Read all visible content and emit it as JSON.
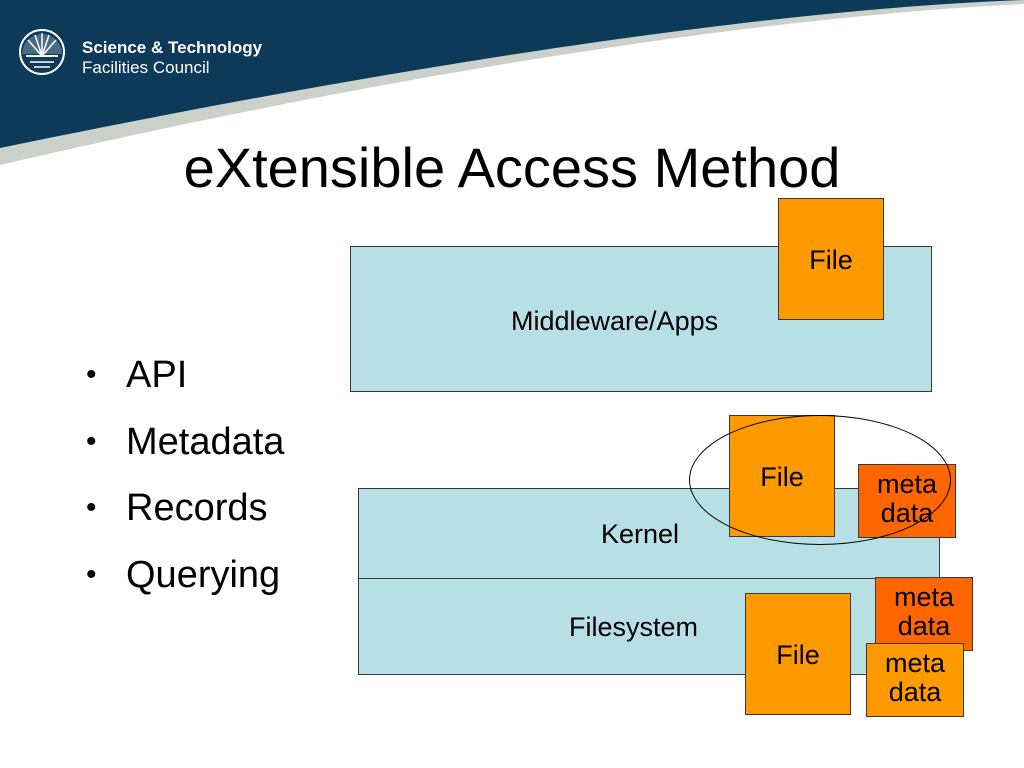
{
  "header": {
    "logo_line1": "Science & Technology",
    "logo_line2": "Facilities Council",
    "colors": {
      "band": "#0e3a5a",
      "stripe": "#c9d1c9"
    }
  },
  "title": "eXtensible Access Method",
  "bullets": [
    "API",
    "Metadata",
    "Records",
    "Querying"
  ],
  "diagram": {
    "middleware_label": "Middleware/Apps",
    "kernel_label": "Kernel",
    "filesystem_label": "Filesystem",
    "file_labels": [
      "File",
      "File",
      "File"
    ],
    "meta_labels": [
      {
        "line1": "meta",
        "line2": "data"
      },
      {
        "line1": "meta",
        "line2": "data"
      },
      {
        "line1": "meta",
        "line2": "data"
      }
    ],
    "colors": {
      "layer": "#b7e0e6",
      "file": "#ff9900",
      "metadata": "#ff6600"
    }
  }
}
